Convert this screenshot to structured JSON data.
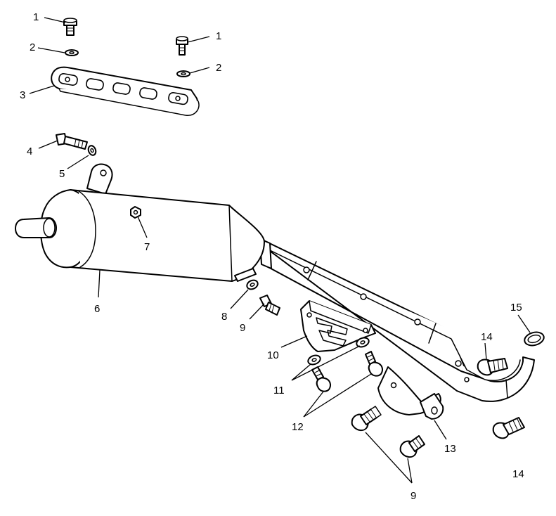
{
  "colors": {
    "line": "#000000",
    "background": "#ffffff"
  },
  "callouts": [
    {
      "id": "c1a",
      "label": "1"
    },
    {
      "id": "c1b",
      "label": "1"
    },
    {
      "id": "c2a",
      "label": "2"
    },
    {
      "id": "c2b",
      "label": "2"
    },
    {
      "id": "c3",
      "label": "3"
    },
    {
      "id": "c4",
      "label": "4"
    },
    {
      "id": "c5",
      "label": "5"
    },
    {
      "id": "c6",
      "label": "6"
    },
    {
      "id": "c7",
      "label": "7"
    },
    {
      "id": "c8",
      "label": "8"
    },
    {
      "id": "c9a",
      "label": "9"
    },
    {
      "id": "c9b",
      "label": "9"
    },
    {
      "id": "c10",
      "label": "10"
    },
    {
      "id": "c11",
      "label": "11"
    },
    {
      "id": "c12",
      "label": "12"
    },
    {
      "id": "c13",
      "label": "13"
    },
    {
      "id": "c14a",
      "label": "14"
    },
    {
      "id": "c14b",
      "label": "14"
    },
    {
      "id": "c15",
      "label": "15"
    }
  ]
}
